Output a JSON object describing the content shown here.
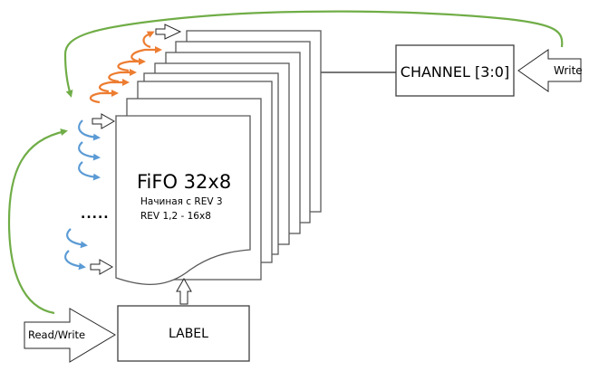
{
  "diagram": {
    "fifo": {
      "title": "FiFO 32x8",
      "note_line1": "Начиная с REV 3",
      "note_line2": "REV 1,2 - 16x8",
      "stacked_sheets": 8
    },
    "channel": {
      "label": "CHANNEL [3:0]"
    },
    "write_arrow": {
      "label": "Write"
    },
    "label_block": {
      "label": "LABEL"
    },
    "readwrite_arrow": {
      "label": "Read/Write"
    },
    "ellipsis": ".....",
    "colors": {
      "green": "#70ad47",
      "orange": "#ed7d31",
      "blue": "#5b9bd5",
      "outline": "#3f3f3f"
    }
  }
}
